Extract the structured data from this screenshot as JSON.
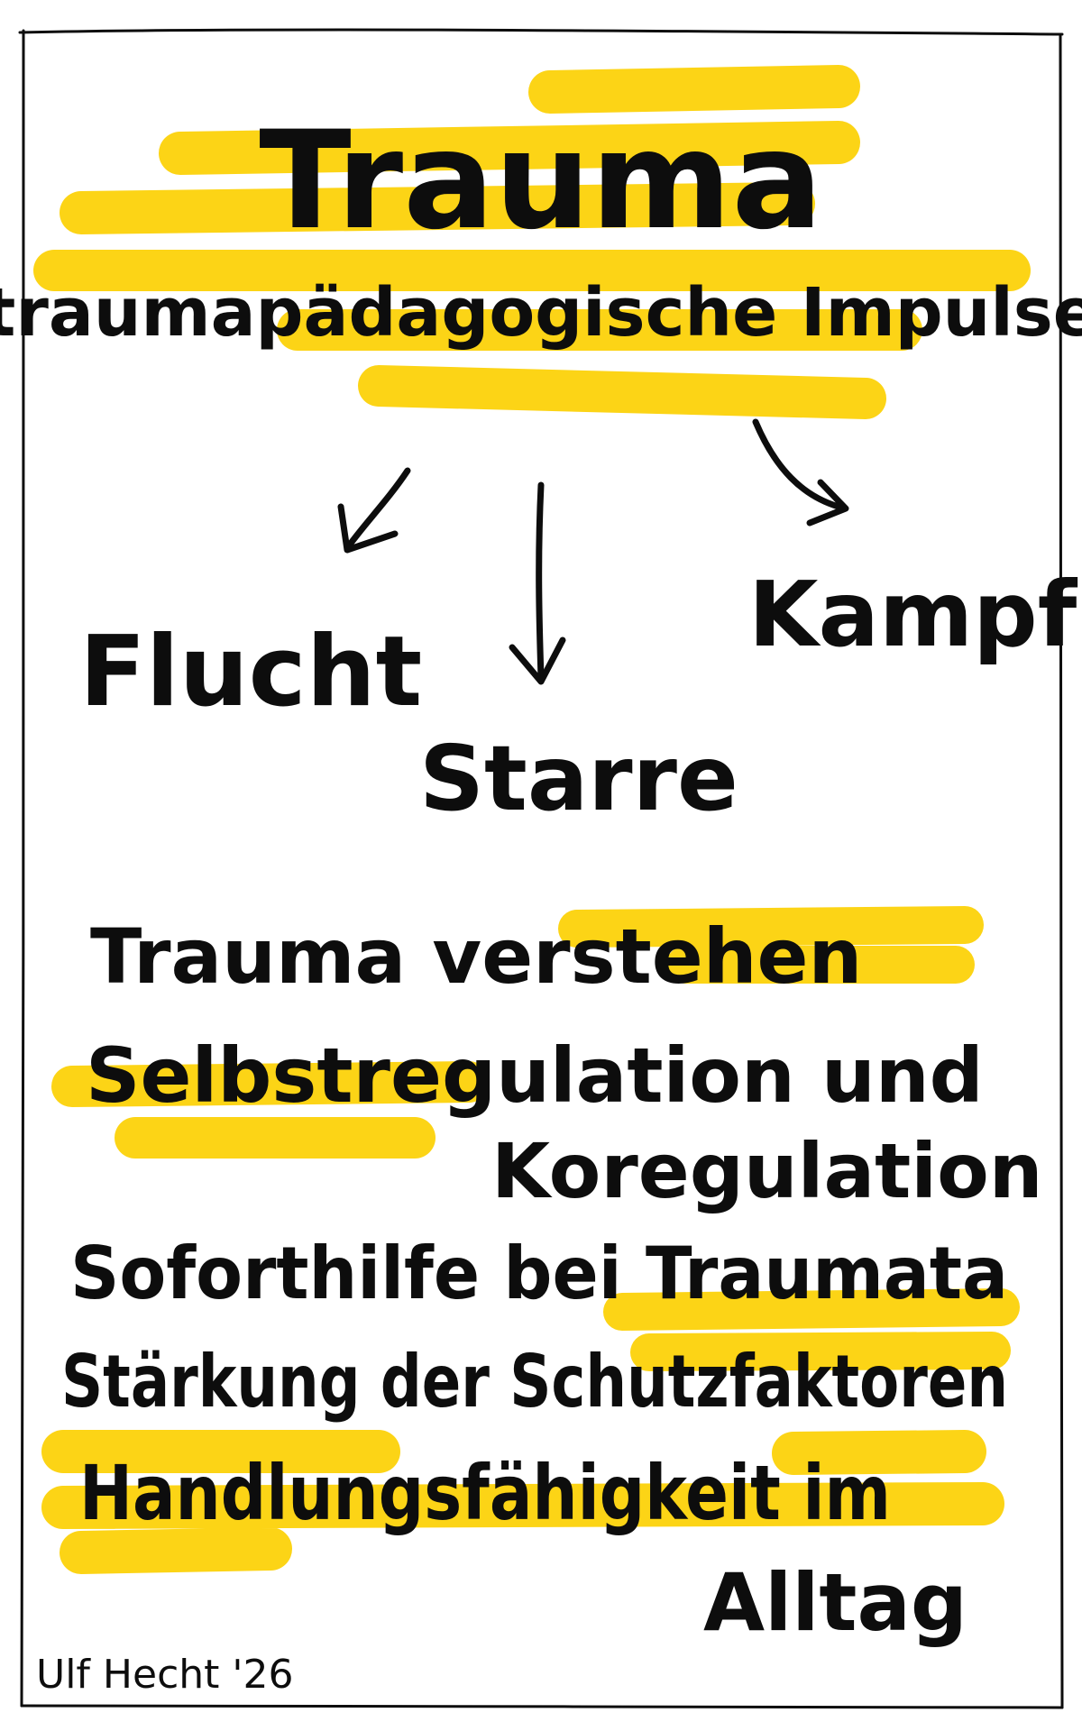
{
  "title": "Trauma",
  "subtitle": "traumapädagogische Impulse",
  "responses": {
    "flight": "Flucht",
    "freeze": "Starre",
    "fight": "Kampf"
  },
  "items": [
    "Trauma verstehen",
    "Selbstregulation und",
    "Koregulation",
    "Soforthilfe bei Traumata",
    "Stärkung der Schutzfaktoren",
    "Handlungsfähigkeit im",
    "Alltag"
  ],
  "signature": "Ulf Hecht '26",
  "colors": {
    "highlight": "#fcd20a",
    "ink": "#0d0d0d",
    "paper": "#ffffff"
  }
}
